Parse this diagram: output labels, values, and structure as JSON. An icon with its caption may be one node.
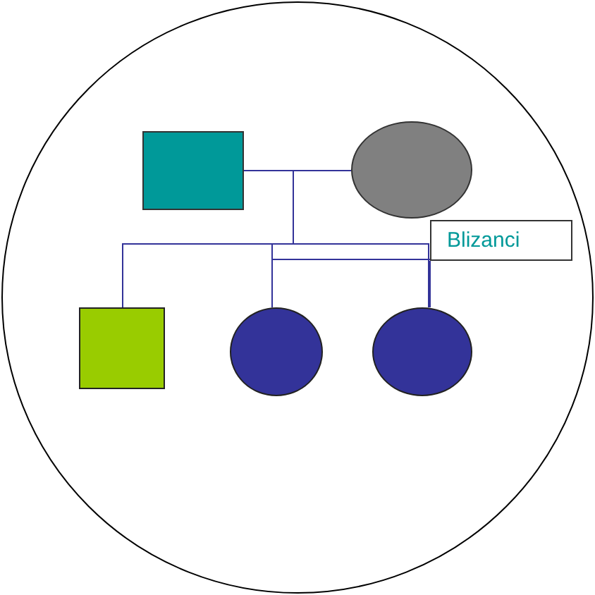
{
  "diagram": {
    "nodes": [
      {
        "text": [],
        "shape": "circle"
      },
      {
        "text": [],
        "shape": "box",
        "in": 0
      },
      {
        "text": [],
        "shape": "circle",
        "in": 0
      },
      {
        "text": [
          "Blizanci"
        ],
        "in": 0
      },
      {
        "text": [],
        "shape": "box",
        "in": 0
      },
      {
        "text": [],
        "shape": "circle",
        "in": 0
      },
      {
        "text": [],
        "shape": "circle",
        "in": 0
      }
    ],
    "edges": [
      {
        "from": 1,
        "to": 2,
        "arrow": "none"
      },
      {
        "from": 1,
        "to": 4,
        "arrow": "none"
      },
      {
        "from": 2,
        "to": 4,
        "arrow": "none"
      },
      {
        "from": 1,
        "to": 5,
        "arrow": "none"
      },
      {
        "from": 2,
        "to": 5,
        "arrow": "none"
      },
      {
        "from": 1,
        "to": 6,
        "arrow": "none"
      },
      {
        "from": 2,
        "to": 6,
        "arrow": "none"
      },
      {
        "from": 3,
        "to": 5,
        "arrow": "none"
      },
      {
        "from": 3,
        "to": 6,
        "arrow": "none"
      }
    ]
  }
}
